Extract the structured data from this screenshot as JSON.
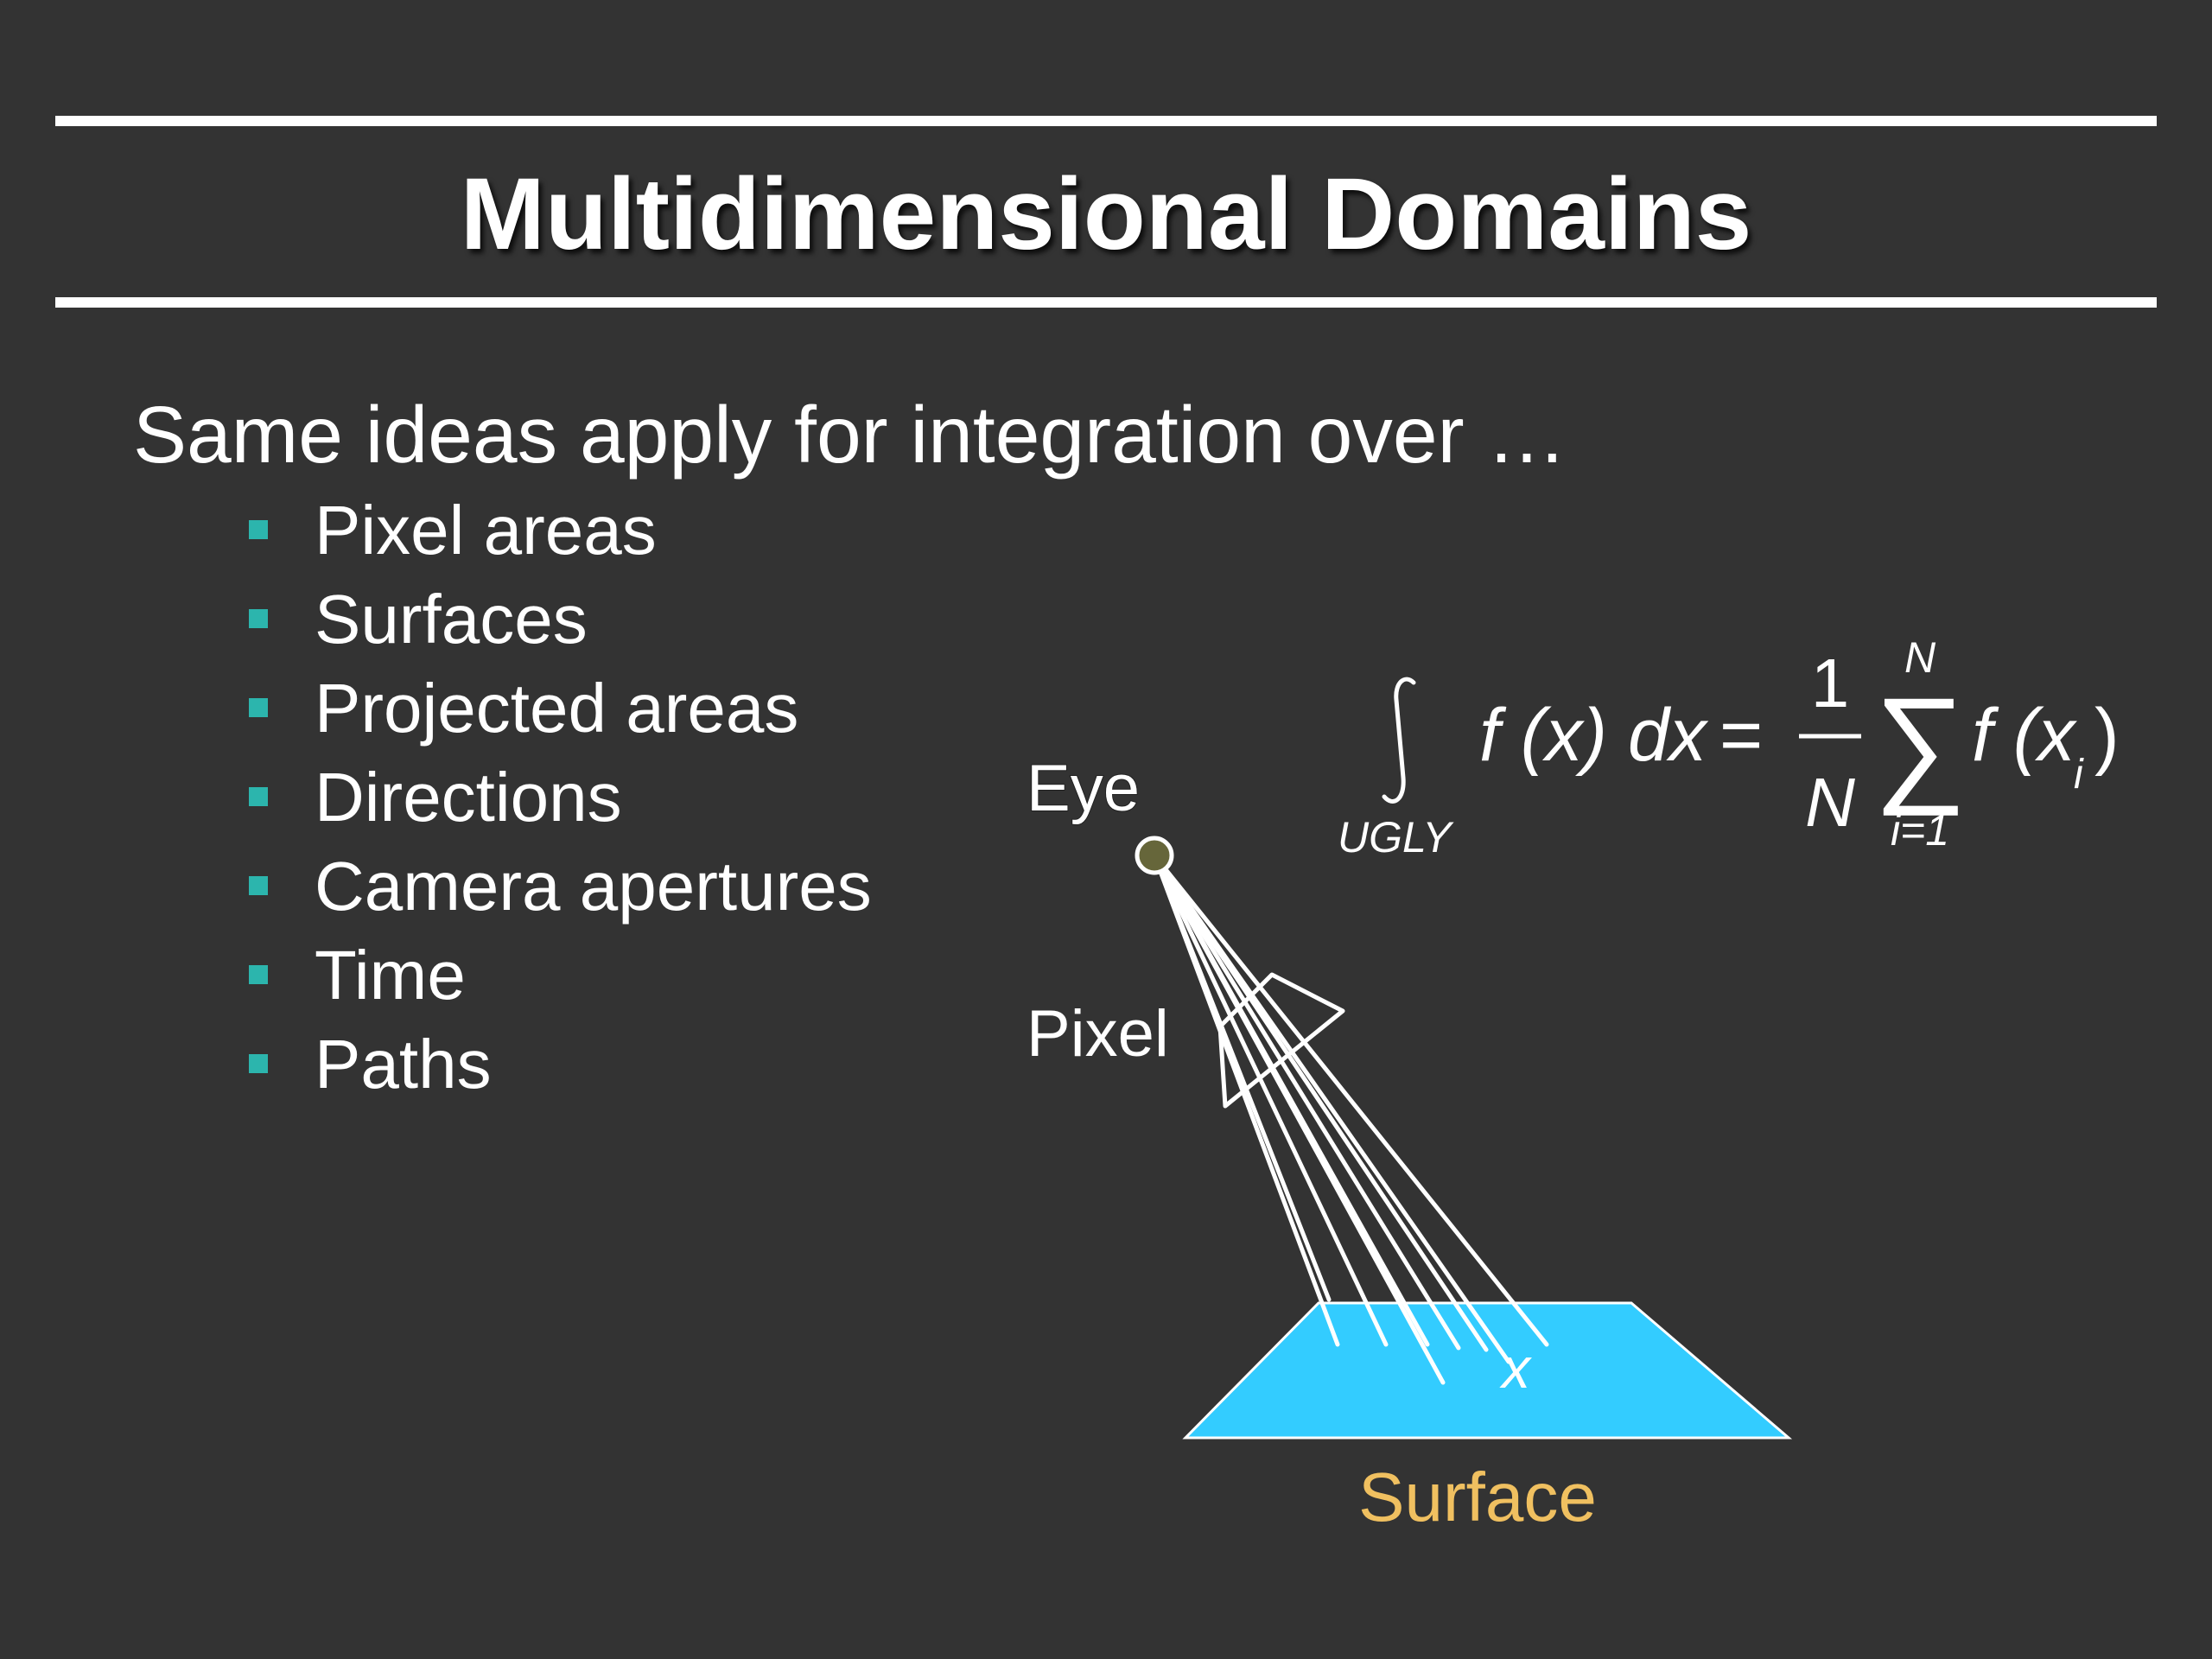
{
  "slide": {
    "title": "Multidimensional Domains",
    "intro": "Same ideas apply for integration over …",
    "bullets": [
      "Pixel areas",
      "Surfaces",
      "Projected areas",
      "Directions",
      "Camera apertures",
      "Time",
      "Paths"
    ]
  },
  "diagram": {
    "eye_label": "Eye",
    "pixel_label": "Pixel",
    "surface_label": "Surface",
    "point_label": "x",
    "colors": {
      "surface": "#33ccff",
      "surface_label": "#f0c060",
      "eye": "#66663a",
      "bullet": "#2cb5ad"
    }
  },
  "formula": {
    "integral_domain": "UGLY",
    "integrand": "f (x) dx",
    "equals": "=",
    "numerator": "1",
    "denominator": "N",
    "sum_upper": "N",
    "sum_lower": "i=1",
    "summand": "f (x",
    "summand_sub": "i",
    "summand_close": ")"
  }
}
